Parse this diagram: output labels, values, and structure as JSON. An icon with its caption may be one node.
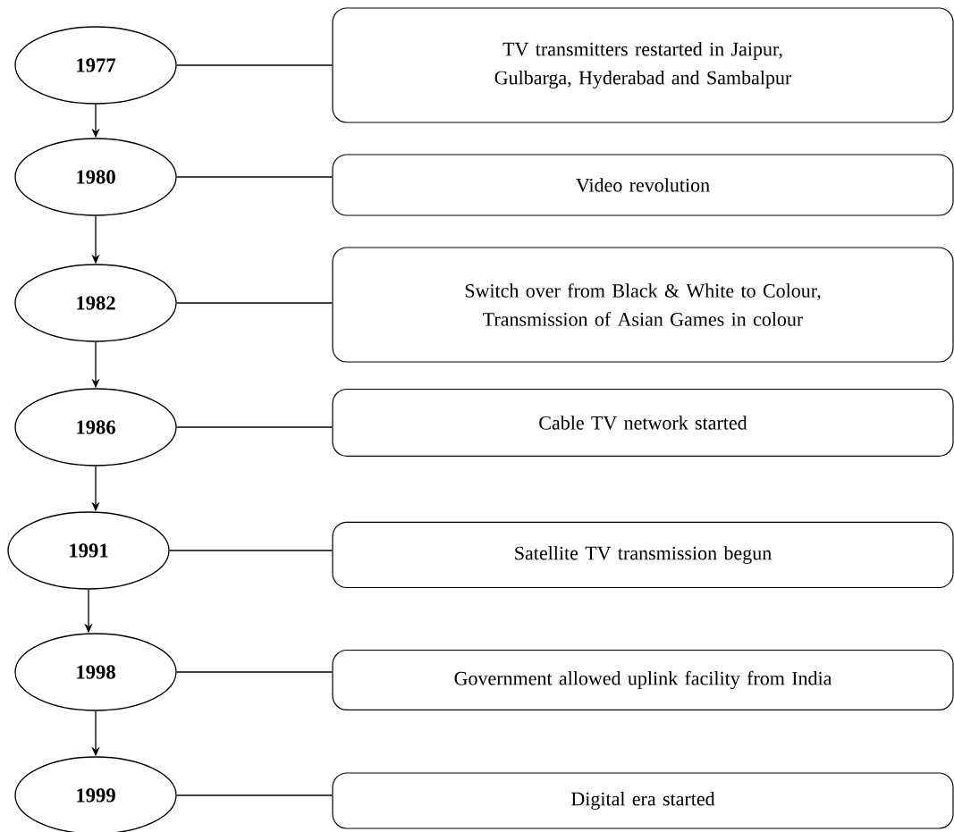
{
  "diagram": {
    "nodes": [
      {
        "text": [
          "1977"
        ]
      },
      {
        "text": [
          "TV transmitters restarted in Jaipur, Gulbarga, Hyderabad and Sambalpur"
        ]
      },
      {
        "text": [
          "1980"
        ]
      },
      {
        "text": [
          "Video revolution"
        ]
      },
      {
        "text": [
          "1982"
        ]
      },
      {
        "text": [
          "Switch over from Black & White to Colour, Transmission of Asian Games in colour"
        ]
      },
      {
        "text": [
          "1986"
        ]
      },
      {
        "text": [
          "Cable TV network started"
        ]
      },
      {
        "text": [
          "1991"
        ]
      },
      {
        "text": [
          "Satellite TV transmission begun"
        ]
      },
      {
        "text": [
          "1998"
        ]
      },
      {
        "text": [
          "Government allowed uplink facility from India"
        ]
      },
      {
        "text": [
          "1999"
        ]
      },
      {
        "text": [
          "Digital era started"
        ]
      }
    ],
    "edges": [
      {
        "from": 0,
        "to": 1,
        "arrow": "none"
      },
      {
        "from": 0,
        "to": 2,
        "arrow": "to"
      },
      {
        "from": 2,
        "to": 3,
        "arrow": "none"
      },
      {
        "from": 2,
        "to": 4,
        "arrow": "to"
      },
      {
        "from": 4,
        "to": 5,
        "arrow": "none"
      },
      {
        "from": 4,
        "to": 6,
        "arrow": "to"
      },
      {
        "from": 6,
        "to": 7,
        "arrow": "none"
      },
      {
        "from": 6,
        "to": 8,
        "arrow": "to"
      },
      {
        "from": 8,
        "to": 9,
        "arrow": "none"
      },
      {
        "from": 8,
        "to": 10,
        "arrow": "to"
      },
      {
        "from": 10,
        "to": 11,
        "arrow": "none"
      },
      {
        "from": 10,
        "to": 12,
        "arrow": "to"
      },
      {
        "from": 12,
        "to": 13,
        "arrow": "none"
      }
    ]
  }
}
